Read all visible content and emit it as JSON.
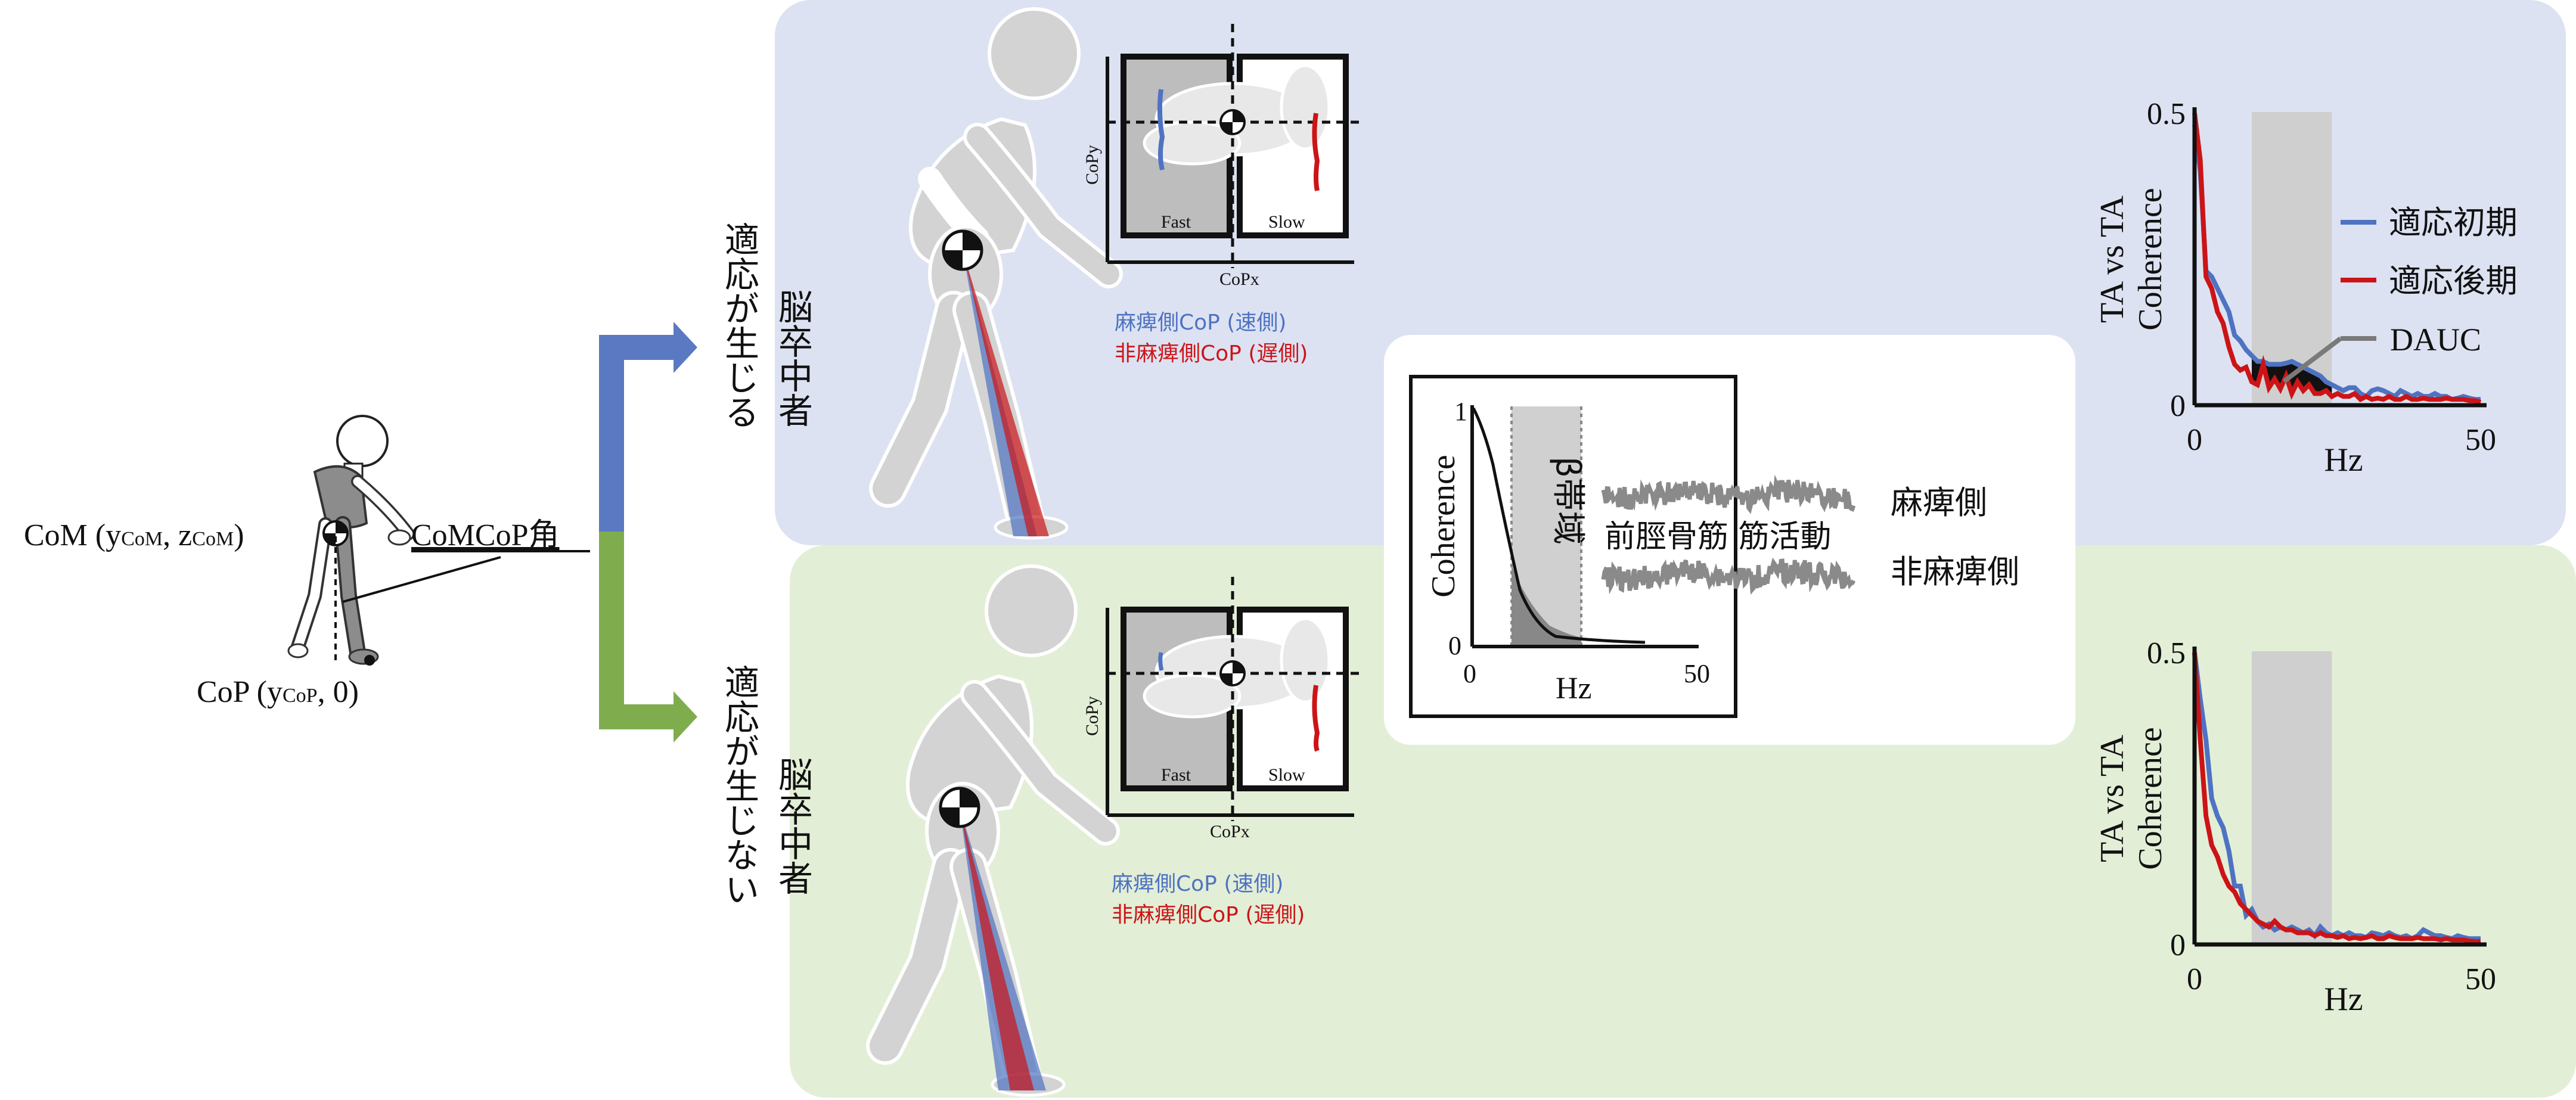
{
  "colors": {
    "blue_panel": "#dde2f2",
    "green_panel": "#e3eed7",
    "blue_arrow": "#5a79c2",
    "green_arrow": "#7fad4e",
    "early_line": "#4e73c2",
    "late_line": "#cc1417",
    "band_gray": "#cfcfcf",
    "figure_gray": "#d3d3d3"
  },
  "left": {
    "com_label": "CoM (y",
    "com_sub1": "CoM",
    "com_mid": ", z",
    "com_sub2": "CoM",
    "com_end": ")",
    "angle_label": "CoMCoP角",
    "cop_label": "CoP (y",
    "cop_sub": "CoP",
    "cop_end": ", 0)"
  },
  "groups": {
    "adapt_line1": "適応が生じる",
    "adapt_line2": "脳卒中者",
    "nonadapt_line1": "適応が生じない",
    "nonadapt_line2": "脳卒中者"
  },
  "inset": {
    "copy_label": "CoPy",
    "copx_label": "CoPx",
    "fast_label": "Fast",
    "slow_label": "Slow",
    "paretic_cop": "麻痺側CoP (速側)",
    "nonparetic_cop": "非麻痺側CoP (遅側)"
  },
  "middle": {
    "ylabel": "Coherence",
    "band_label": "β帯域",
    "xlabel": "Hz",
    "y_ticks": [
      "1",
      "0"
    ],
    "x_ticks": [
      "0",
      "50"
    ],
    "muscle_label": "前脛骨筋 筋活動",
    "paretic": "麻痺側",
    "nonparetic": "非麻痺側"
  },
  "chart_data": [
    {
      "type": "line",
      "title": "",
      "xlabel": "Hz",
      "ylabel_line1": "TA vs TA",
      "ylabel_line2": "Coherence",
      "xlim": [
        0,
        50
      ],
      "ylim": [
        0,
        0.5
      ],
      "x_ticks": [
        "0",
        "50"
      ],
      "y_ticks": [
        "0.5",
        "0"
      ],
      "band": [
        10,
        24
      ],
      "legend": {
        "early": "適応初期",
        "late": "適応後期",
        "dauc": "DAUC"
      },
      "legend_position": "right",
      "x": [
        0,
        1,
        2,
        3,
        4,
        5,
        6,
        7,
        8,
        9,
        10,
        11,
        12,
        13,
        14,
        15,
        16,
        17,
        18,
        19,
        20,
        21,
        22,
        23,
        24,
        25,
        26,
        27,
        28,
        29,
        30,
        31,
        32,
        33,
        34,
        35,
        36,
        37,
        38,
        39,
        40,
        41,
        42,
        43,
        44,
        45,
        46,
        47,
        48,
        49,
        50
      ],
      "series": [
        {
          "name": "適応初期",
          "values": [
            0.48,
            0.4,
            0.23,
            0.22,
            0.2,
            0.18,
            0.16,
            0.12,
            0.11,
            0.095,
            0.085,
            0.075,
            0.075,
            0.07,
            0.07,
            0.07,
            0.072,
            0.075,
            0.07,
            0.065,
            0.06,
            0.055,
            0.05,
            0.04,
            0.035,
            0.03,
            0.025,
            0.03,
            0.03,
            0.02,
            0.015,
            0.025,
            0.028,
            0.025,
            0.02,
            0.015,
            0.025,
            0.02,
            0.015,
            0.02,
            0.015,
            0.015,
            0.02,
            0.015,
            0.015,
            0.01,
            0.012,
            0.015,
            0.012,
            0.01,
            0.01
          ]
        },
        {
          "name": "適応後期",
          "values": [
            0.5,
            0.42,
            0.22,
            0.2,
            0.16,
            0.14,
            0.1,
            0.07,
            0.06,
            0.065,
            0.04,
            0.035,
            0.07,
            0.03,
            0.045,
            0.028,
            0.05,
            0.02,
            0.04,
            0.025,
            0.035,
            0.02,
            0.02,
            0.025,
            0.015,
            0.02,
            0.015,
            0.015,
            0.02,
            0.01,
            0.015,
            0.01,
            0.012,
            0.01,
            0.015,
            0.01,
            0.01,
            0.015,
            0.01,
            0.01,
            0.012,
            0.01,
            0.01,
            0.01,
            0.012,
            0.01,
            0.01,
            0.01,
            0.008,
            0.008,
            0.005
          ]
        }
      ]
    },
    {
      "type": "line",
      "title": "",
      "xlabel": "Hz",
      "ylabel_line1": "TA vs TA",
      "ylabel_line2": "Coherence",
      "xlim": [
        0,
        50
      ],
      "ylim": [
        0,
        0.5
      ],
      "x_ticks": [
        "0",
        "50"
      ],
      "y_ticks": [
        "0.5",
        "0"
      ],
      "band": [
        10,
        24
      ],
      "x": [
        0,
        1,
        2,
        3,
        4,
        5,
        6,
        7,
        8,
        9,
        10,
        11,
        12,
        13,
        14,
        15,
        16,
        17,
        18,
        19,
        20,
        21,
        22,
        23,
        24,
        25,
        26,
        27,
        28,
        29,
        30,
        31,
        32,
        33,
        34,
        35,
        36,
        37,
        38,
        39,
        40,
        41,
        42,
        43,
        44,
        45,
        46,
        47,
        48,
        49,
        50
      ],
      "series": [
        {
          "name": "適応初期",
          "values": [
            0.5,
            0.42,
            0.35,
            0.25,
            0.22,
            0.2,
            0.16,
            0.1,
            0.1,
            0.05,
            0.06,
            0.04,
            0.03,
            0.035,
            0.025,
            0.03,
            0.025,
            0.03,
            0.025,
            0.02,
            0.025,
            0.015,
            0.03,
            0.02,
            0.015,
            0.02,
            0.015,
            0.02,
            0.015,
            0.015,
            0.012,
            0.02,
            0.018,
            0.015,
            0.02,
            0.015,
            0.012,
            0.015,
            0.01,
            0.015,
            0.025,
            0.02,
            0.015,
            0.015,
            0.012,
            0.01,
            0.015,
            0.012,
            0.01,
            0.01,
            0.01
          ]
        },
        {
          "name": "適応後期",
          "values": [
            0.5,
            0.35,
            0.22,
            0.17,
            0.15,
            0.12,
            0.1,
            0.09,
            0.07,
            0.06,
            0.05,
            0.04,
            0.035,
            0.03,
            0.04,
            0.03,
            0.025,
            0.025,
            0.02,
            0.02,
            0.02,
            0.015,
            0.02,
            0.015,
            0.015,
            0.012,
            0.015,
            0.01,
            0.012,
            0.01,
            0.012,
            0.015,
            0.01,
            0.01,
            0.015,
            0.012,
            0.01,
            0.01,
            0.01,
            0.012,
            0.01,
            0.01,
            0.01,
            0.008,
            0.01,
            0.008,
            0.008,
            0.008,
            0.006,
            0.005,
            0.005
          ]
        }
      ]
    }
  ]
}
